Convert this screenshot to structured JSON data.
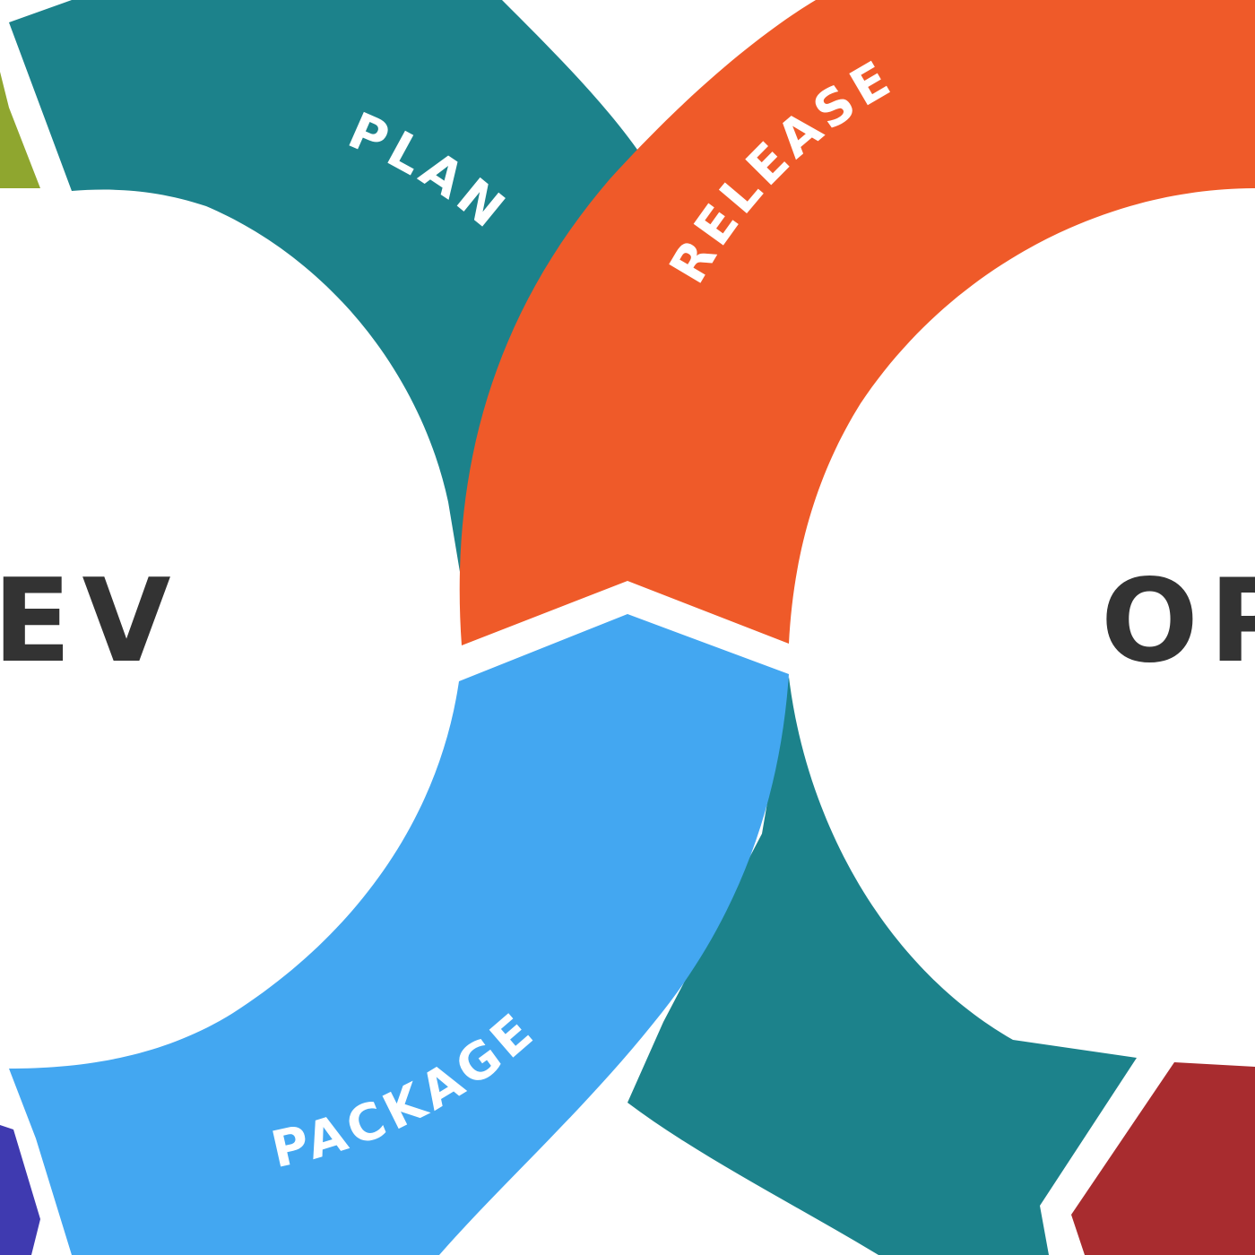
{
  "diagram": {
    "left_loop_label": "EV",
    "right_loop_label": "OP",
    "segments": {
      "plan": {
        "label": "PLAN",
        "color": "#1c828b"
      },
      "release": {
        "label": "RELEASE",
        "color": "#ef5a29"
      },
      "package": {
        "label": "PACKAGE",
        "color": "#43a7f1"
      },
      "monitor_teal": {
        "color": "#1c828b"
      },
      "left_top_green": {
        "color": "#8fa62f"
      },
      "left_bottom_indigo": {
        "color": "#3f3ab0"
      },
      "right_bottom_red": {
        "color": "#a82c2f"
      }
    },
    "text_color": "#333333",
    "segment_text_color": "#ffffff",
    "background_color": "#ffffff"
  }
}
